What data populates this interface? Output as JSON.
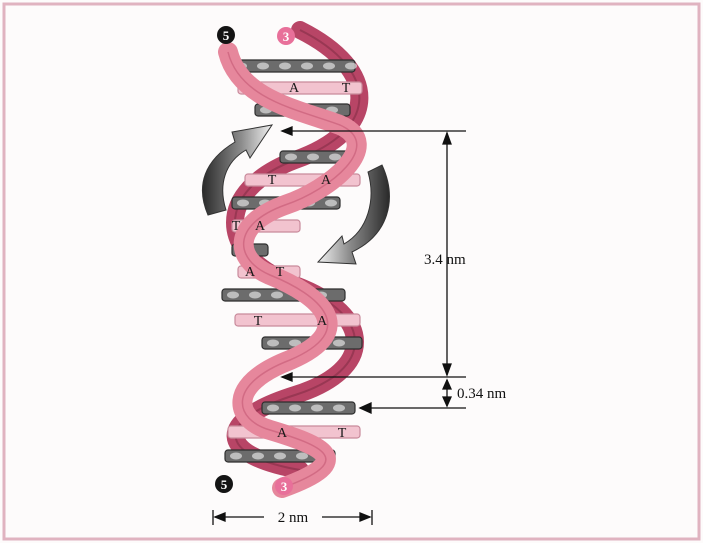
{
  "diagram": {
    "strand_end_labels": {
      "top_left": "5",
      "top_right": "3",
      "bottom_left": "5",
      "bottom_right": "3"
    },
    "base_pair_letters": [
      {
        "left": "A",
        "right": "T"
      },
      {
        "left": "T",
        "right": "A"
      },
      {
        "left": "T",
        "right": "A"
      },
      {
        "left": "A",
        "right": "T"
      },
      {
        "left": "T",
        "right": "A"
      },
      {
        "left": "A",
        "right": "T"
      }
    ],
    "measurements": {
      "helix_turn_length": "3.4 nm",
      "base_pair_spacing": "0.34 nm",
      "helix_diameter": "2 nm"
    },
    "colors": {
      "strand_pink": "#e6879c",
      "strand_dark": "#b84566",
      "strand_black": "#141414",
      "rung_pink": "#f2c3cf",
      "rung_gray": "#6c6c6c",
      "border": "#e0b3c0",
      "arrow_gray": "#8a8a8a"
    },
    "icons": {
      "rotation_arrows": "curved-rotation-arrow"
    }
  }
}
